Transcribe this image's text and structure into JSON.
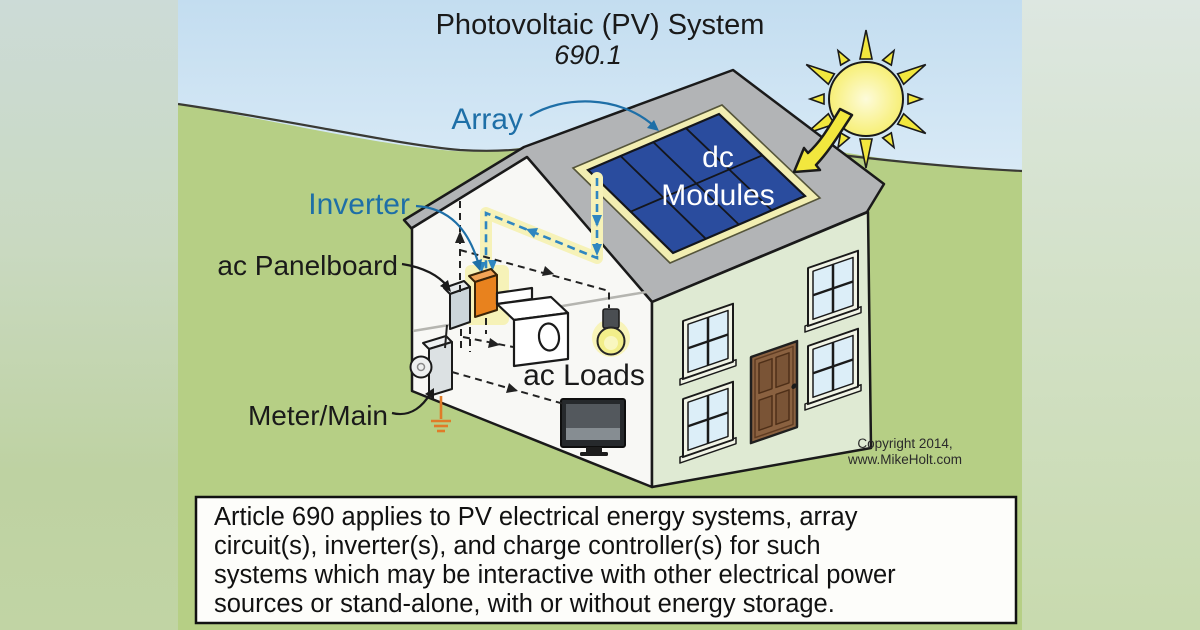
{
  "title": {
    "line1": "Photovoltaic (PV) System",
    "line2": "690.1"
  },
  "labels": {
    "array": "Array",
    "inverter": "Inverter",
    "ac_panelboard": "ac Panelboard",
    "meter_main": "Meter/Main",
    "dc_modules_line1": "dc",
    "dc_modules_line2": "Modules",
    "ac_loads": "ac Loads"
  },
  "copyright": {
    "line1": "Copyright 2014,",
    "line2": "www.MikeHolt.com"
  },
  "article_690": {
    "lines": [
      "Article 690 applies to PV electrical energy systems, array",
      "circuit(s), inverter(s), and charge controller(s) for such",
      "systems which may be interactive with other electrical power",
      "sources or stand-alone, with or without energy storage."
    ]
  },
  "colors": {
    "label_blue": "#1e6fa7",
    "dc_wire_blue": "#2f86c0",
    "wire_glow_yellow": "#f6f2b8",
    "grass_green": "#b6cf85",
    "sky_blue": "#c5def1",
    "roof_gray": "#b2b4b6",
    "gable_white": "#f8f8f5",
    "front_wall_green": "#dfead3",
    "pv_panel_blue": "#2a4c9e",
    "array_border_cream": "#f2eeb2",
    "inverter_orange": "#e8821e",
    "sun_yellow": "#f2e73e",
    "door_brown": "#8a6140"
  }
}
